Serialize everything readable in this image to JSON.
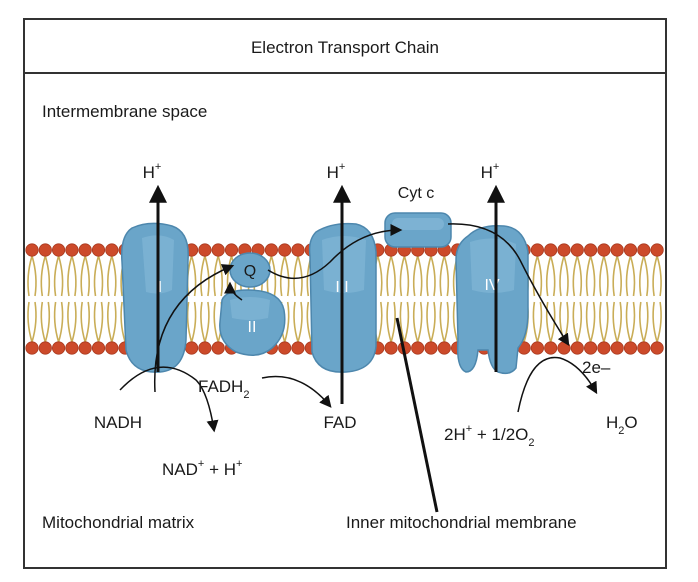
{
  "title": "Electron Transport Chain",
  "regions": {
    "intermembrane": "Intermembrane space",
    "matrix": "Mitochondrial matrix",
    "membrane": "Inner mitochondrial membrane"
  },
  "complexes": {
    "c1": "I",
    "c2": "II",
    "c3": "III",
    "c4": "IV",
    "q": "Q",
    "cyt": "Cyt c"
  },
  "species": {
    "proton": "H",
    "plus": "+",
    "nadh": "NADH",
    "nad_plus": "NAD",
    "nad_rest": " + H",
    "fadh": "FADH",
    "sub2": "2",
    "fad": "FAD",
    "two_h": "2H",
    "oxygen_part": " + 1/2O",
    "water_h": "H",
    "water_o": "O",
    "electrons": "2e–"
  },
  "colors": {
    "border": "#333333",
    "protein": "#6aa5c9",
    "protein_dark": "#4d87ad",
    "protein_light": "#8fc0dd",
    "headgroup": "#cc4a2a",
    "tail": "#c9ad57",
    "arrow": "#111111"
  }
}
